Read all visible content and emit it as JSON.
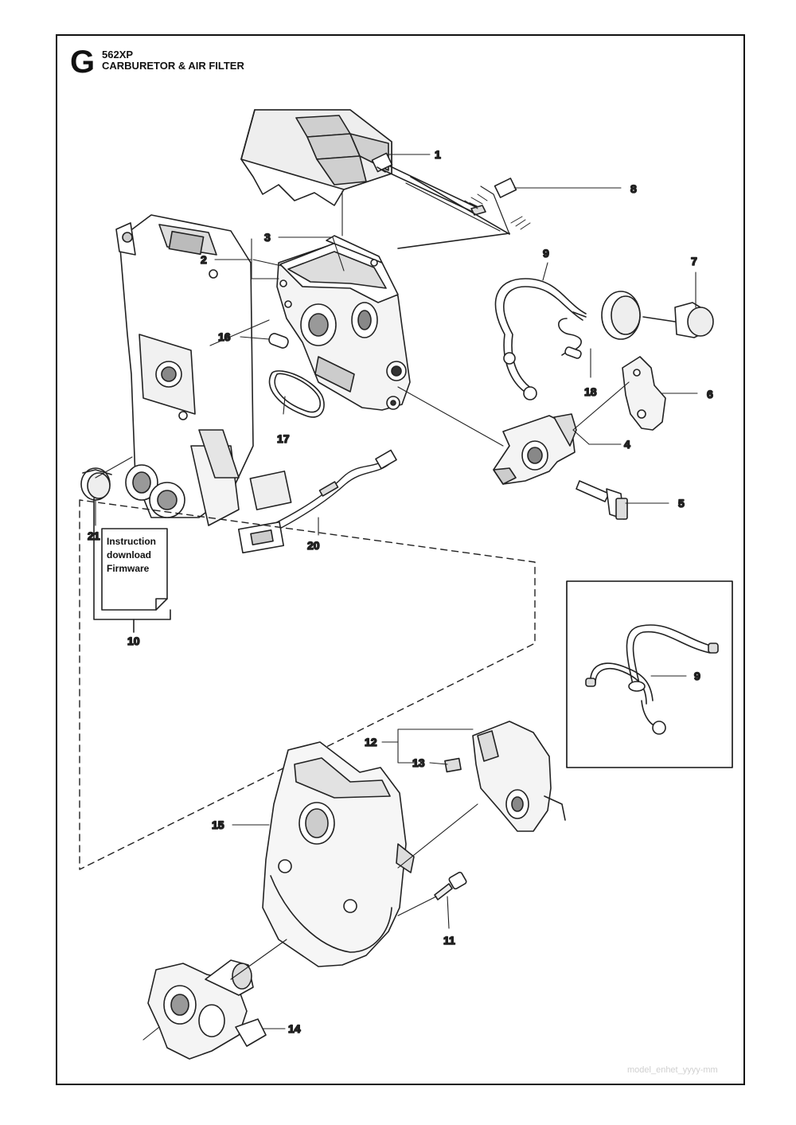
{
  "header": {
    "section_letter": "G",
    "model": "562XP",
    "title": "CARBURETOR & AIR FILTER"
  },
  "document_label": [
    "Instruction",
    "download",
    "Firmware"
  ],
  "callouts": {
    "c1": "1",
    "c2": "2",
    "c3": "3",
    "c4": "4",
    "c5": "5",
    "c6": "6",
    "c7": "7",
    "c8": "8",
    "c9": "9",
    "c9b": "9",
    "c10": "10",
    "c11": "11",
    "c12": "12",
    "c13": "13",
    "c14": "14",
    "c15": "15",
    "c16": "16",
    "c17": "17",
    "c18": "18",
    "c20": "20",
    "c21": "21"
  },
  "watermark": "model_enhet_yyyy-mm"
}
